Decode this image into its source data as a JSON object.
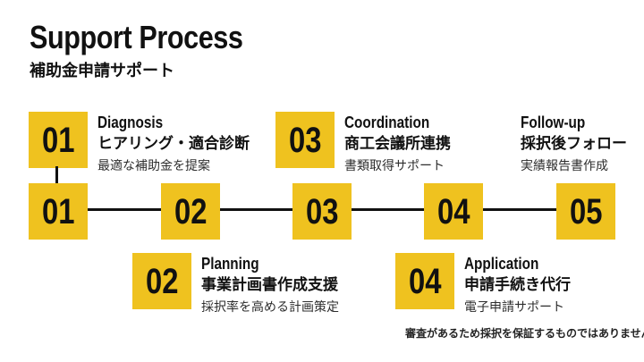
{
  "slide": {
    "title": "Support Process",
    "subtitle": "補助金申請サポート",
    "disclaimer": "審査があるため採択を保証するものではありません",
    "accent_color": "#EFC21F",
    "text_color": "#111111",
    "background_color": "#FFFFFF"
  },
  "steps": [
    {
      "number": "01",
      "title": "Diagnosis",
      "subtitle": "ヒアリング・適合診断",
      "description": "最適な補助金を提案"
    },
    {
      "number": "02",
      "title": "Planning",
      "subtitle": "事業計画書作成支援",
      "description": "採択率を高める計画策定"
    },
    {
      "number": "03",
      "title": "Coordination",
      "subtitle": "商工会議所連携",
      "description": "書類取得サポート"
    },
    {
      "number": "04",
      "title": "Application",
      "subtitle": "申請手続き代行",
      "description": "電子申請サポート"
    },
    {
      "number": "05",
      "title": "Follow-up",
      "subtitle": "採択後フォロー",
      "description": "実績報告書作成"
    }
  ],
  "timeline": {
    "numbers": [
      "01",
      "02",
      "03",
      "04",
      "05"
    ]
  }
}
